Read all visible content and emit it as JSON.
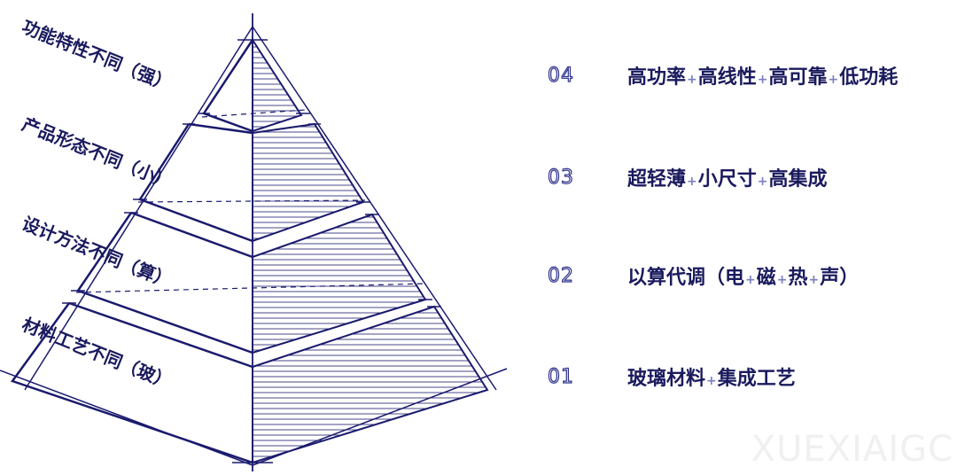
{
  "tiers": [
    {
      "label": "功能特性不同（强）"
    },
    {
      "label": "产品形态不同（小）"
    },
    {
      "label": "设计方法不同（算）"
    },
    {
      "label": "材料工艺不同（玻）"
    }
  ],
  "rows": [
    {
      "num": "04",
      "parts": [
        "高功率",
        "高线性",
        "高可靠",
        "低功耗"
      ]
    },
    {
      "num": "03",
      "parts": [
        "超轻薄",
        "小尺寸",
        "高集成"
      ]
    },
    {
      "num": "02",
      "parts": [
        "以算代调（电",
        "磁",
        "热",
        "声）"
      ]
    },
    {
      "num": "01",
      "parts": [
        "玻璃材料",
        "集成工艺"
      ]
    }
  ],
  "separator": "+",
  "watermark": "XUEXIAIGC",
  "colors": {
    "line": "#1a1a6e",
    "text": "#1a1a5e",
    "number_outline": "#2b2f8a",
    "plus": "#7a7fc0"
  }
}
